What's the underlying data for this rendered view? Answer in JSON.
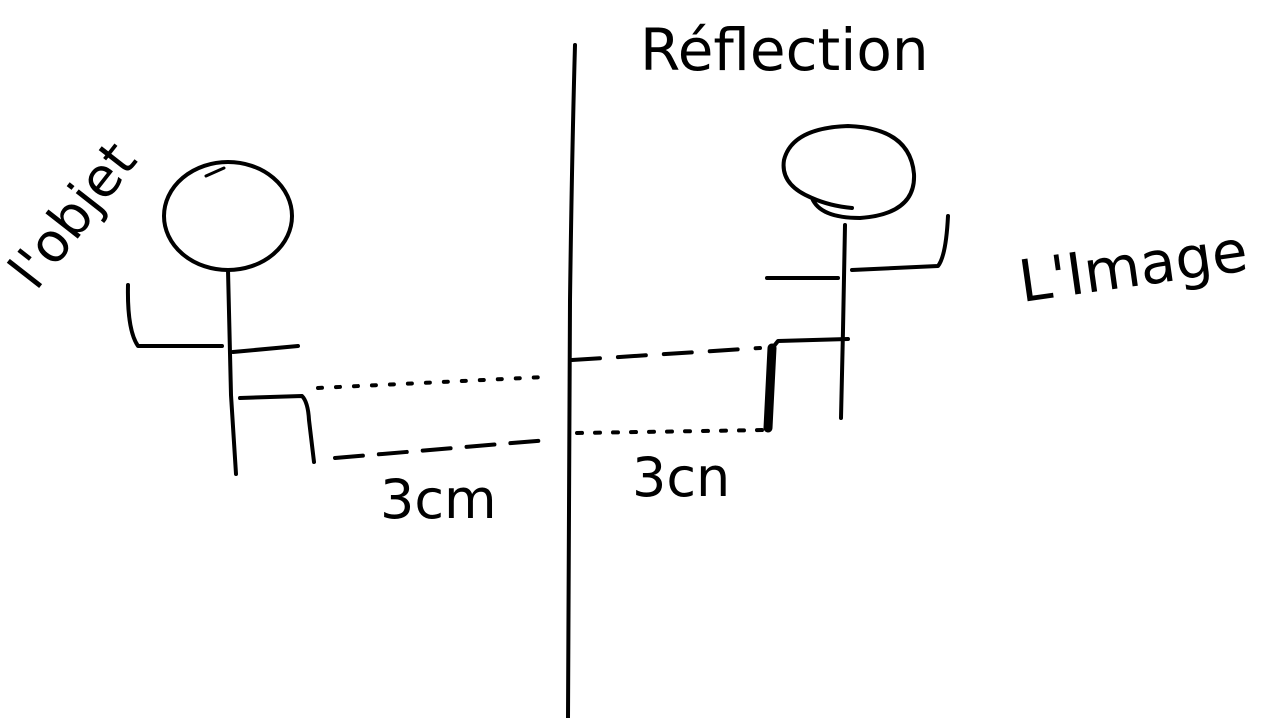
{
  "diagram": {
    "title": "Réflection",
    "object_label": "l'objet",
    "image_label": "L'Image",
    "left_distance_label": "3cm",
    "right_distance_label": "3cn"
  },
  "colors": {
    "ink": "#000000",
    "background": "#ffffff"
  }
}
